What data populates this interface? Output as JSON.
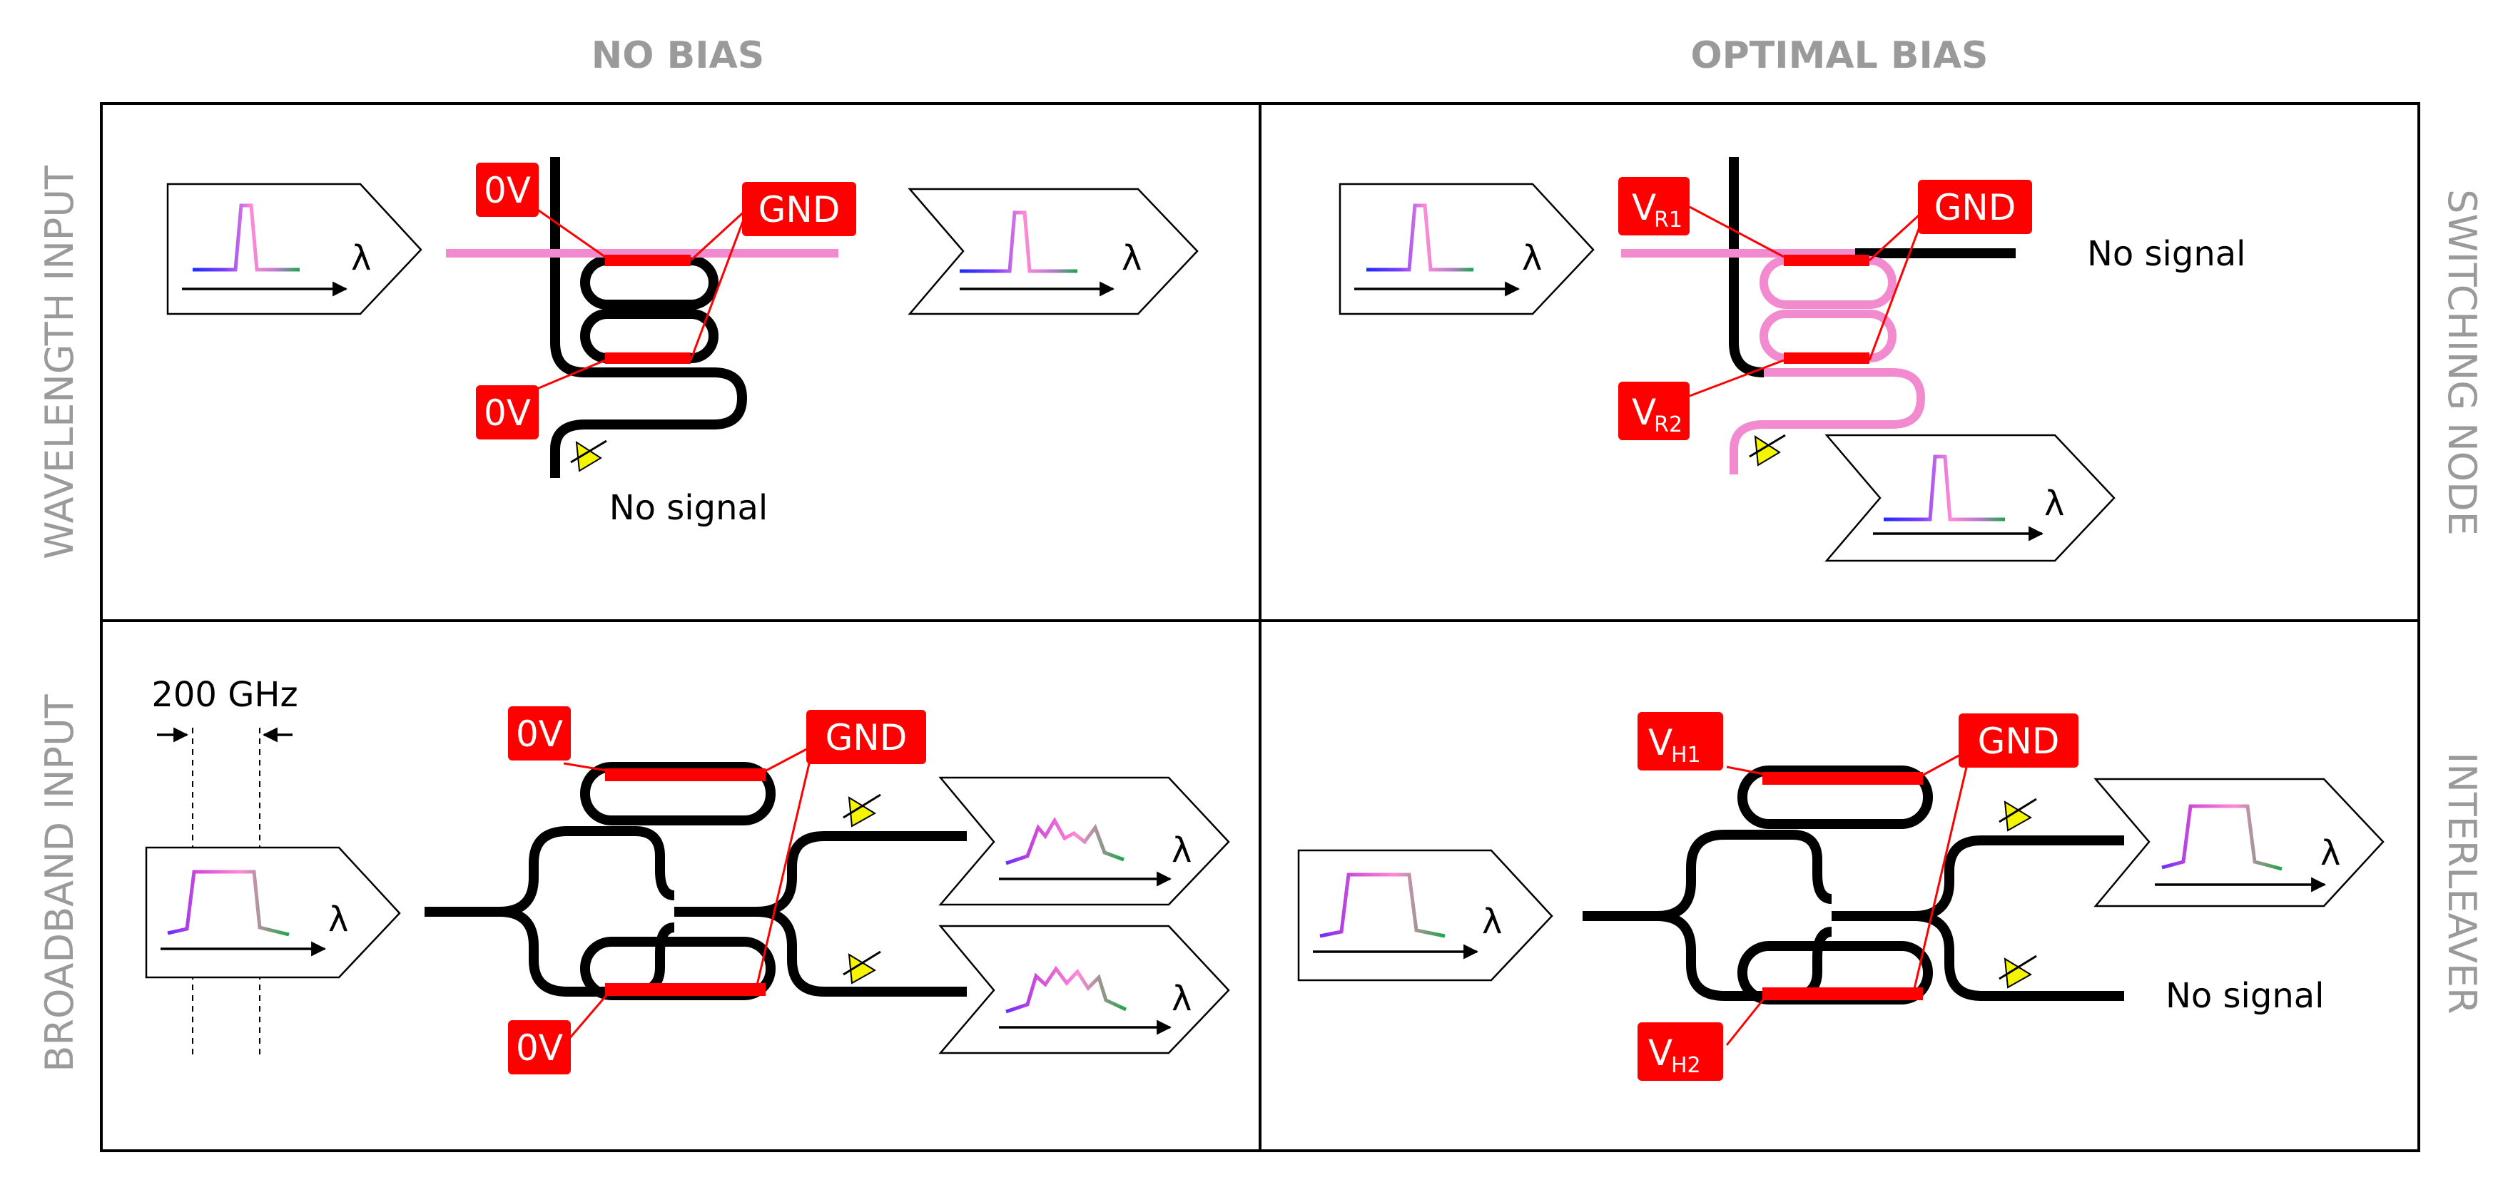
{
  "headers": {
    "left": "NO BIAS",
    "right": "OPTIMAL BIAS"
  },
  "side_labels": {
    "left_top": "WAVELENGTH INPUT",
    "left_bottom": "BROADBAND INPUT",
    "right_top": "SWITCHING NODE",
    "right_bottom": "INTERLEAVER"
  },
  "axis_symbol": "λ",
  "no_signal": "No signal",
  "spacing_label": "200 GHz",
  "badges": {
    "zero_v": "0V",
    "gnd": "GND",
    "v": "V",
    "r1": "R1",
    "r2": "R2",
    "h1": "H1",
    "h2": "H2"
  },
  "colors": {
    "heater": "#ff0000",
    "signal": "#f28ad0",
    "grid": "#000000",
    "header": "#9a9a9a",
    "detector": "#f5f500"
  }
}
